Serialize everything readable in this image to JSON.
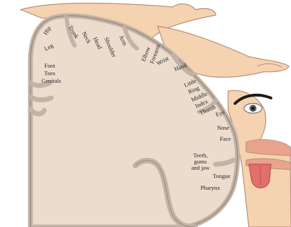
{
  "colors": {
    "skin": "#f5d2b0",
    "skin_outline": "#b98f74",
    "cortex_fill": "#ecdccd",
    "cortex_band": "#c2b3a6",
    "cortex_outline": "#8d7d71",
    "lip": "#e8a38e",
    "tongue": "#e36e6e",
    "eyebrow": "#1a1a1a",
    "iris": "#555555"
  },
  "labels": {
    "hip": "Hip",
    "trunk": "Trunk",
    "neck": "Neck",
    "head": "Head",
    "shoulder": "Shoulder",
    "arm": "Arm",
    "leg": "Leg",
    "foot": "Foot",
    "toes": "Toes",
    "genitals": "Genitals",
    "elbow": "Elbow",
    "forearm": "Forearm",
    "wrist": "Wrist",
    "hand": "Hand",
    "little": "Little",
    "ring": "Ring",
    "middle": "Middle",
    "index": "Index",
    "thumb": "Thumb",
    "eye": "Eye",
    "nose": "Nose",
    "face": "Face",
    "teeth_1": "Teeth,",
    "teeth_2": "gums",
    "teeth_3": "and jaw",
    "tongue": "Tongue",
    "pharynx": "Pharynx"
  }
}
